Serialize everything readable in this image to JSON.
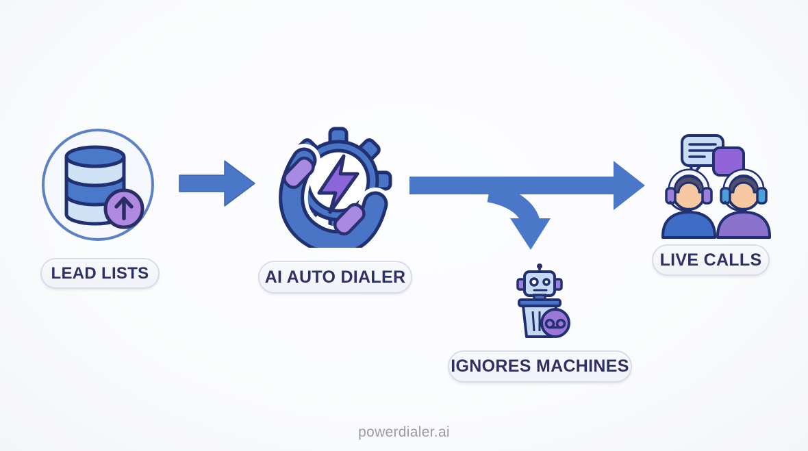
{
  "page": {
    "brand": "powerdialer.ai"
  },
  "flow": {
    "nodes": [
      {
        "id": "lead-lists",
        "label": "LEAD LISTS",
        "icon": "database-upload-icon"
      },
      {
        "id": "ai-auto-dialer",
        "label": "AI AUTO DIALER",
        "icon": "phone-gear-lightning-icon"
      },
      {
        "id": "ignores-machines",
        "label": "IGNORES MACHINES",
        "icon": "robot-trash-voicemail-icon"
      },
      {
        "id": "live-calls",
        "label": "LIVE CALLS",
        "icon": "support-agents-chat-icon"
      }
    ],
    "connectors": [
      {
        "from": "lead-lists",
        "to": "ai-auto-dialer",
        "type": "arrow-right"
      },
      {
        "from": "ai-auto-dialer",
        "to": "live-calls",
        "type": "arrow-right"
      },
      {
        "from": "ai-auto-dialer",
        "to": "ignores-machines",
        "type": "arrow-branch-down"
      }
    ],
    "colors": {
      "arrow": "#4a77c8",
      "outline": "#203070",
      "icon_blue": "#4a74c6",
      "icon_light_blue": "#c9def5",
      "icon_purple": "#9b78d8",
      "accent_violet": "#8a66d8",
      "skin": "#f6c9a2",
      "pill_bg": "#f3f5fa",
      "pill_border": "#d9dde9",
      "pill_text": "#2b3263",
      "brand_text": "#9a9aa6"
    }
  }
}
